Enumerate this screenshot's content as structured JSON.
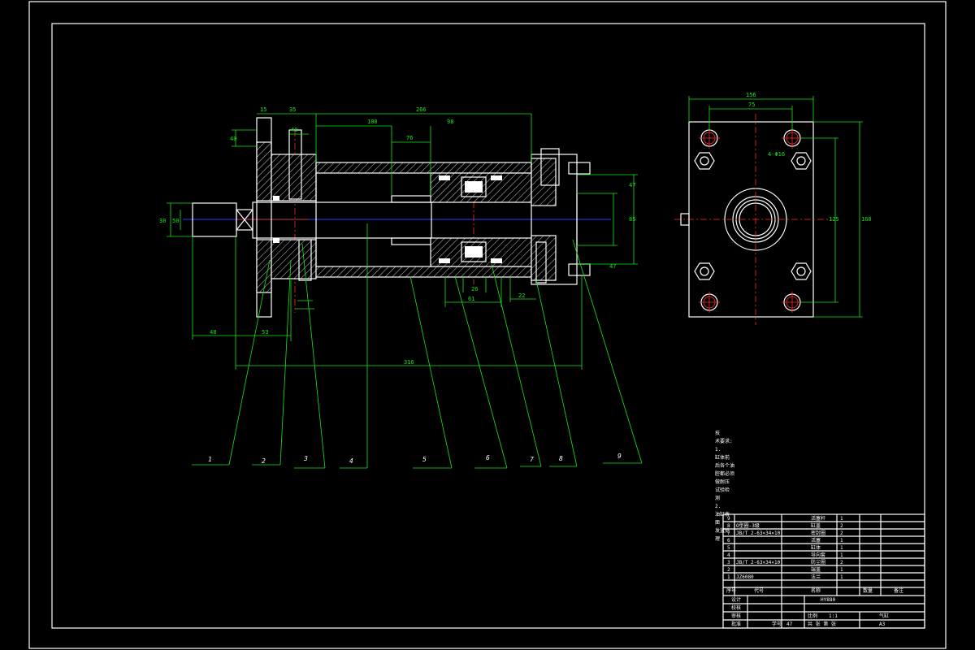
{
  "drawing": {
    "dims_main": {
      "d15": "15",
      "d35": "35",
      "d266": "266",
      "d100": "100",
      "d76": "76",
      "d98": "98",
      "d40a": "40",
      "d40b": "40",
      "d61": "61",
      "d26": "26",
      "d48": "48",
      "d53": "53",
      "d316": "316",
      "d22": "22",
      "d47": "47",
      "d85": "85",
      "d30": "30",
      "d50": "50"
    },
    "dims_side": {
      "w156": "156",
      "w75": "75",
      "h160": "160",
      "h125": "125",
      "hole": "4-Φ16"
    },
    "part_callouts": [
      "1",
      "2",
      "3",
      "4",
      "5",
      "6",
      "7",
      "8",
      "9"
    ]
  },
  "notes": {
    "lines": [
      "技",
      "术要求:",
      "1.",
      "缸体前",
      "后各个油",
      "腔都必须",
      "做耐压",
      "试验检",
      "测",
      "2.",
      "油缸表",
      "面",
      "发蓝处",
      "理"
    ]
  },
  "title_block": {
    "bom": [
      {
        "no": "9",
        "code": "",
        "name": "活塞杆",
        "qty": "1",
        "note": ""
      },
      {
        "no": "8",
        "code": "O型圈-3级",
        "name": "缸盖",
        "qty": "2",
        "note": ""
      },
      {
        "no": "7",
        "code": "JB/T 2-63×34×10",
        "name": "密封圈",
        "qty": "2",
        "note": ""
      },
      {
        "no": "6",
        "code": "",
        "name": "活塞",
        "qty": "1",
        "note": ""
      },
      {
        "no": "5",
        "code": "",
        "name": "缸体",
        "qty": "1",
        "note": ""
      },
      {
        "no": "4",
        "code": "",
        "name": "导向套",
        "qty": "1",
        "note": ""
      },
      {
        "no": "3",
        "code": "JB/T 2-63×34×10",
        "name": "防尘圈",
        "qty": "2",
        "note": ""
      },
      {
        "no": "2",
        "code": "",
        "name": "端盖",
        "qty": "1",
        "note": ""
      },
      {
        "no": "1",
        "code": "JZ6080",
        "name": "法兰",
        "qty": "1",
        "note": ""
      }
    ],
    "header": {
      "no": "序号",
      "code": "代号",
      "name": "名称",
      "qty": "数量",
      "note": "备注"
    },
    "drawing_no": "HY880",
    "rows": {
      "design": "设计",
      "check": "校核",
      "review": "审核",
      "approve": "批准",
      "scale_label": "比例",
      "scale": "1:1",
      "name": "气缸",
      "sheet": "A3",
      "count_label": "共  张 第  张",
      "order_label": "学号",
      "order_val": "47"
    }
  }
}
